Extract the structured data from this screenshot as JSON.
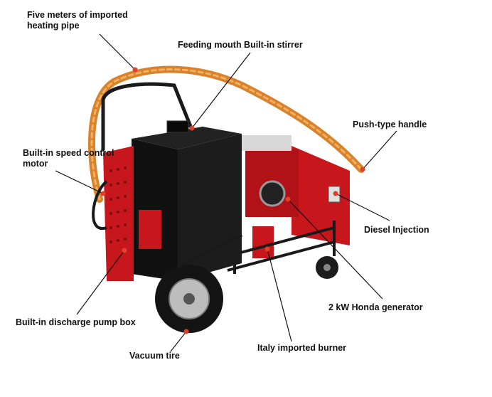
{
  "callouts": {
    "heating_pipe": "Five meters of imported heating pipe",
    "feeding_mouth": "Feeding mouth Built-in stirrer",
    "speed_motor": "Built-in speed control motor",
    "push_handle": "Push-type handle",
    "diesel": "Diesel Injection",
    "generator": "2 kW Honda generator",
    "pump_box": "Built-in discharge pump box",
    "tire": "Vacuum tire",
    "burner": "Italy imported burner"
  },
  "colors": {
    "body_red": "#c8161d",
    "tank_black": "#141414",
    "hose_orange": "#d9822b",
    "marker": "#e1402a"
  }
}
